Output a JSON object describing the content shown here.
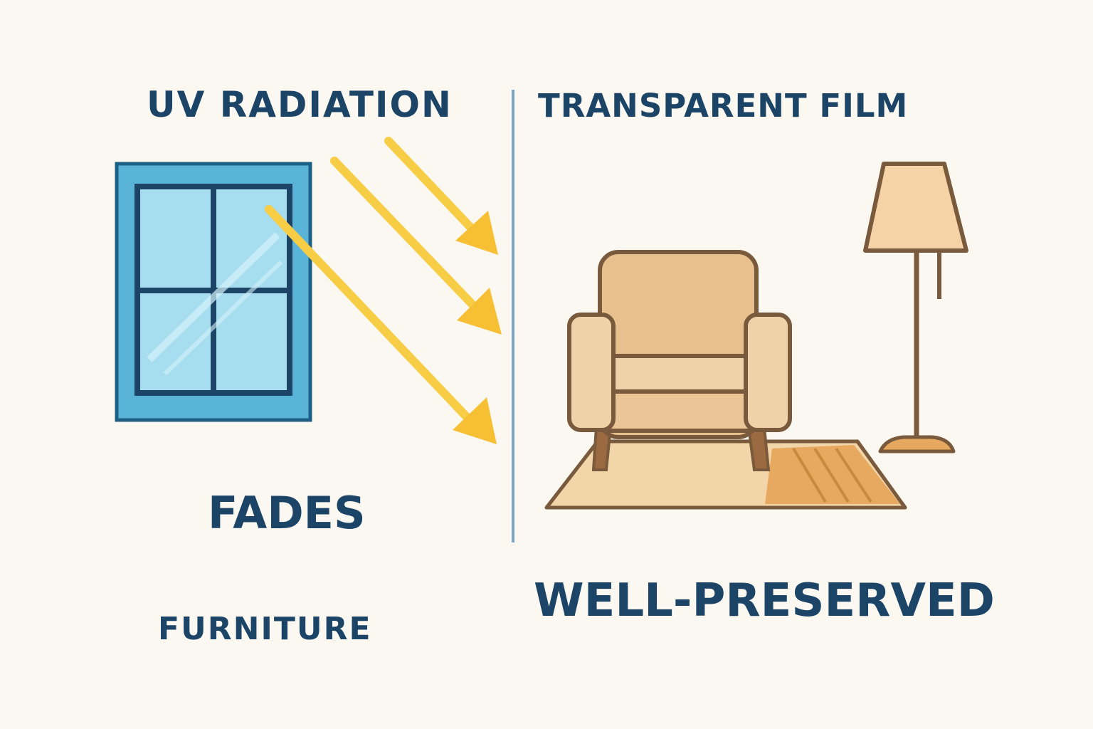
{
  "labels": {
    "uv_radiation": "UV RADIATION",
    "transparent_film": "TRANSPARENT FILM",
    "fades": "FADES",
    "furniture": "FURNITURE",
    "well_preserved": "WELL-PRESERVED"
  },
  "colors": {
    "background": "#fbf8f2",
    "text": "#1b4466",
    "window_frame": "#5ab4d8",
    "window_glass": "#a6def0",
    "uv_ray": "#f7cd45",
    "film_line": "#7fa6c8",
    "chair_fill": "#ecc596",
    "outline": "#7a5a3c",
    "lamp_shade": "#f5d3a6",
    "rug_fill": "#f3d5aa",
    "rug_stripe": "#e6a95f"
  },
  "icons": {
    "window": "window-icon",
    "armchair": "armchair-icon",
    "floor_lamp": "floor-lamp-icon",
    "rug": "rug-icon"
  }
}
